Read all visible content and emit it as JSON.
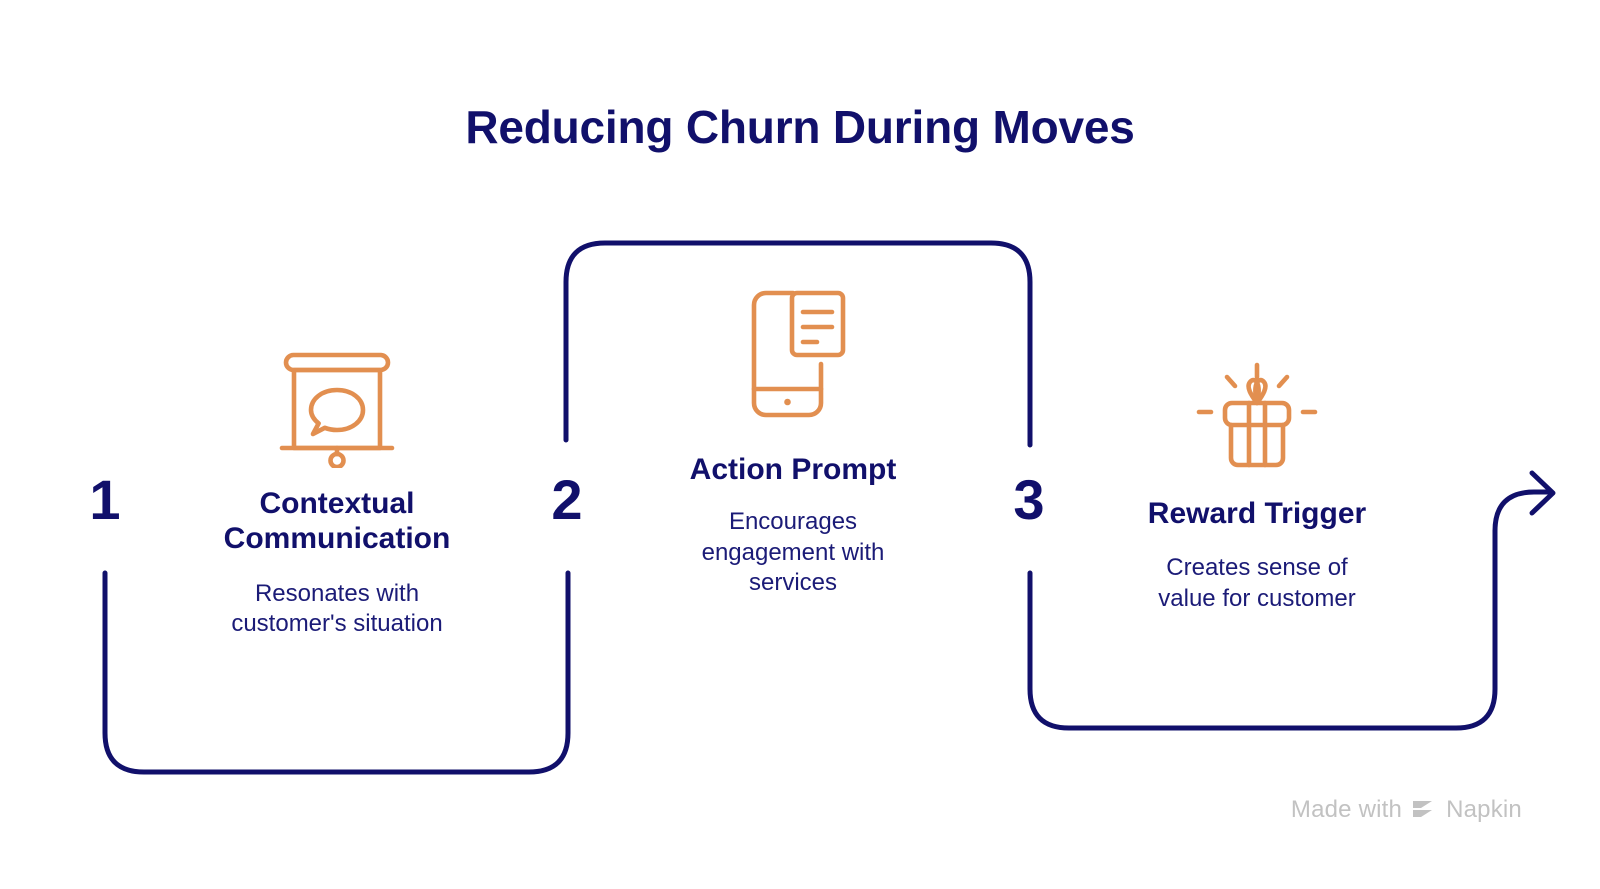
{
  "title": "Reducing Churn During Moves",
  "colors": {
    "navy": "#11106b",
    "orange": "#e28f50",
    "background": "#ffffff",
    "watermark_gray": "#c2c2c2"
  },
  "steps": [
    {
      "number": "1",
      "icon": "presentation-board-speech-bubble-icon",
      "title_line1": "Contextual",
      "title_line2": "Communication",
      "desc_line1": "Resonates with",
      "desc_line2": "customer's situation"
    },
    {
      "number": "2",
      "icon": "mobile-document-icon",
      "title_line1": "Action Prompt",
      "title_line2": "",
      "desc_line1": "Encourages",
      "desc_line2": "engagement with",
      "desc_line3": "services"
    },
    {
      "number": "3",
      "icon": "gift-box-icon",
      "title_line1": "Reward Trigger",
      "title_line2": "",
      "desc_line1": "Creates sense of",
      "desc_line2": "value for customer"
    }
  ],
  "watermark": {
    "text": "Made with",
    "brand": "Napkin",
    "logo": "napkin-logo-icon"
  },
  "flow": {
    "end_arrow": "arrow-right-icon"
  }
}
